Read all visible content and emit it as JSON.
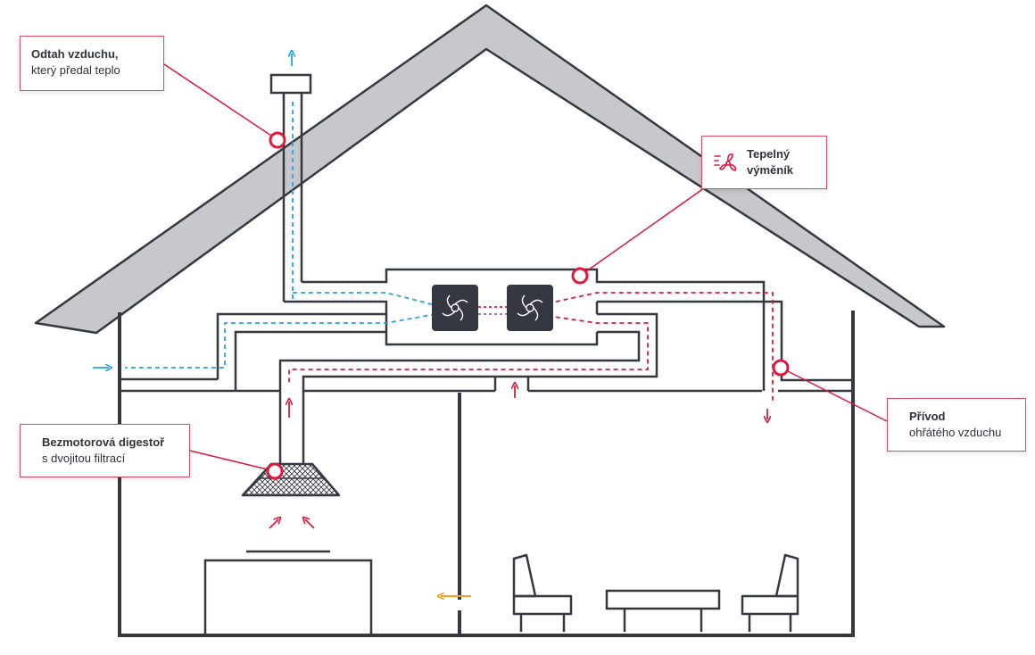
{
  "callouts": {
    "exhaust": {
      "title": "Odtah vzduchu,",
      "subtitle": "který předal teplo"
    },
    "exchanger": {
      "title": "Tepelný",
      "subtitle": "výměník",
      "icon": "heat-exchanger-fan-icon"
    },
    "supply": {
      "title": "Přívod",
      "subtitle": "ohřátého vzduchu"
    },
    "hood": {
      "title": "Bezmotorová digestoř",
      "subtitle": "s dvojitou filtrací"
    }
  },
  "colors": {
    "wall": "#353840",
    "roof_fill": "#c6c8cb",
    "exhaust_flow": "#29a3e3",
    "warm_flow": "#e0183d",
    "internal_flow": "#f5a024",
    "marker": "#e0183d",
    "callout_border": "#e04a60"
  }
}
